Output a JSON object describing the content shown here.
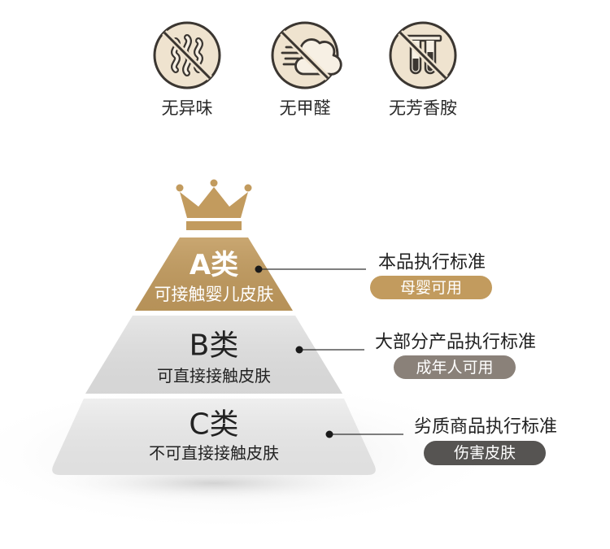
{
  "features": [
    {
      "icon": "no-odor-icon",
      "label": "无异味"
    },
    {
      "icon": "no-formaldehyde-icon",
      "label": "无甲醛"
    },
    {
      "icon": "no-aromatic-amine-icon",
      "label": "无芳香胺"
    }
  ],
  "crown": {
    "icon": "crown-icon"
  },
  "pyramid": {
    "tiers": [
      {
        "grade": "A类",
        "description": "可接触婴儿皮肤"
      },
      {
        "grade": "B类",
        "description": "可直接接触皮肤"
      },
      {
        "grade": "C类",
        "description": "不可直接接触皮肤"
      }
    ]
  },
  "standards": [
    {
      "label": "本品执行标准",
      "badge": "母婴可用",
      "badge_color": "#c29b5e"
    },
    {
      "label": "大部分产品执行标准",
      "badge": "成年人可用",
      "badge_color": "#8a8179"
    },
    {
      "label": "劣质商品执行标准",
      "badge": "伤害皮肤",
      "badge_color": "#565452"
    }
  ],
  "colors": {
    "gold": "#c29b5e",
    "icon_fill": "#efe3cf",
    "icon_stroke": "#3b3631",
    "tier_b": "#e3e3e3",
    "tier_c": "#ededed"
  }
}
